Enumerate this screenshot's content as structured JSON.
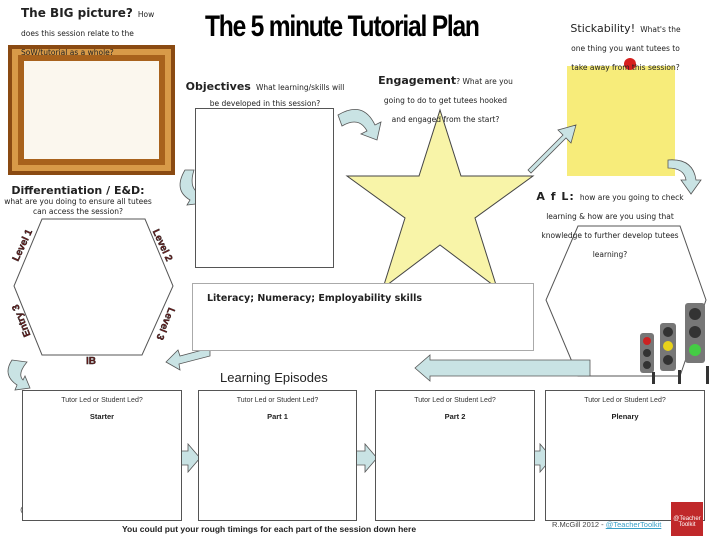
{
  "title": "The 5 minute Tutorial Plan",
  "big_picture": {
    "heading": "The BIG picture?",
    "text": "How does this session relate to the SoW/tutorial as a whole?"
  },
  "objectives": {
    "heading": "Objectives",
    "text": "What learning/skills will be developed in this session?"
  },
  "engagement": {
    "heading": "Engagement",
    "text": "? What are you going to do to get tutees hooked and engaged from the start?"
  },
  "stickability": {
    "heading": "Stickability!",
    "text": "What's the one thing you want tutees to take away from this session?"
  },
  "differentiation": {
    "heading": "Differentiation / E&D:",
    "text": "what are you doing to ensure all tutees can access the session?",
    "levels": [
      "Level 1",
      "Level 2",
      "Level 3",
      "Entry 3",
      "IB"
    ]
  },
  "afl": {
    "heading": "A f L:",
    "text": "how are you going to check learning & how are you using that knowledge to further develop tutees learning?"
  },
  "literacy": "Literacy; Numeracy; Employability skills",
  "learning_episodes": {
    "title": "Learning Episodes",
    "episodes": [
      {
        "question": "Tutor Led or Student Led?",
        "label": "Starter"
      },
      {
        "question": "Tutor Led or Student Led?",
        "label": "Part 1"
      },
      {
        "question": "Tutor Led or Student Led?",
        "label": "Part 2"
      },
      {
        "question": "Tutor Led or Student Led?",
        "label": "Plenary"
      }
    ]
  },
  "footer": {
    "timings": "You could put your rough timings for each part of the session down here",
    "credit": "R.McGill 2012 - ",
    "handle": "@TeacherToolkit",
    "logo": "@Teacher Toolkit"
  },
  "colors": {
    "arrow": "#c9e3e4",
    "star": "#f8f4a8",
    "note": "#f7ec7a",
    "level": "#6b1a1a"
  }
}
